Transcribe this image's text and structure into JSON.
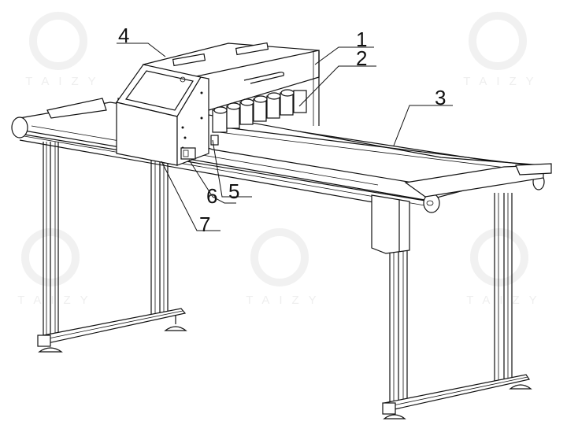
{
  "diagram": {
    "subject": "conveyor-belt inkjet printer line drawing",
    "watermark": "TAIZY",
    "line_color": "#111111",
    "watermark_color": "#eeeeee",
    "callouts": [
      {
        "id": "1",
        "label": "1"
      },
      {
        "id": "2",
        "label": "2"
      },
      {
        "id": "3",
        "label": "3"
      },
      {
        "id": "4",
        "label": "4"
      },
      {
        "id": "5",
        "label": "5"
      },
      {
        "id": "6",
        "label": "6"
      },
      {
        "id": "7",
        "label": "7"
      }
    ]
  }
}
